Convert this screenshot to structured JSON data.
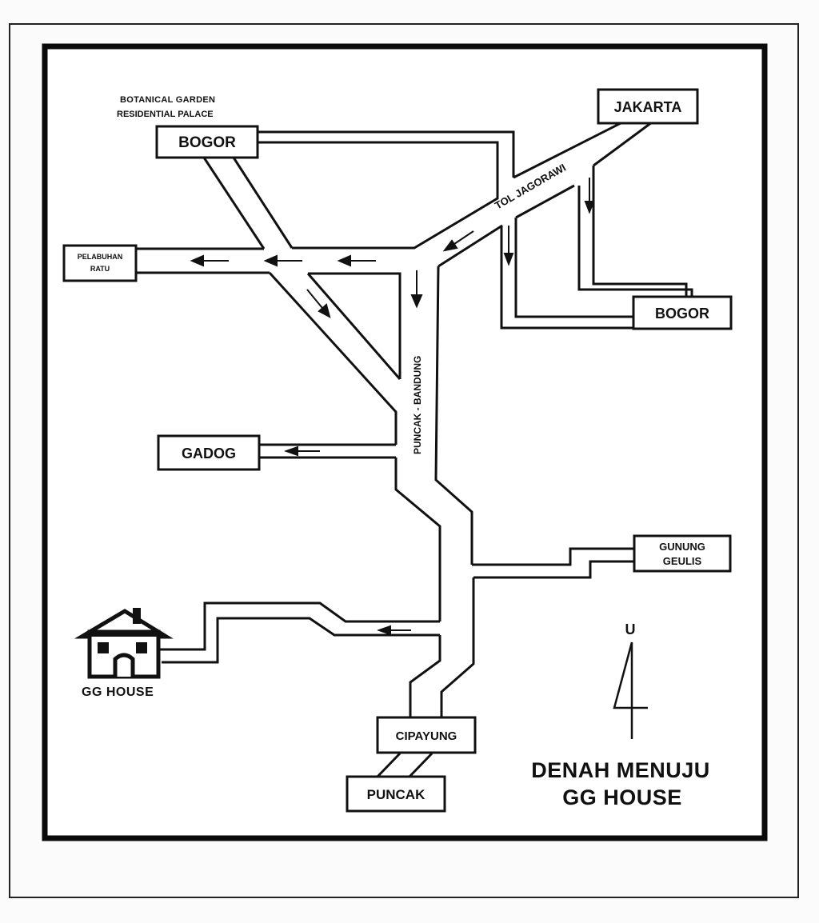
{
  "map": {
    "title_line1": "DENAH MENUJU",
    "title_line2": "GG HOUSE",
    "north_label": "U",
    "places": {
      "bogor_top": "BOGOR",
      "bogor_note_line1": "BOTANICAL GARDEN",
      "bogor_note_line2": "RESIDENTIAL PALACE",
      "jakarta": "JAKARTA",
      "pelabuhan_line1": "PELABUHAN",
      "pelabuhan_line2": "RATU",
      "bogor_right": "BOGOR",
      "gadog": "GADOG",
      "gunung_line1": "GUNUNG",
      "gunung_line2": "GEULIS",
      "gg_house": "GG HOUSE",
      "cipayung": "CIPAYUNG",
      "puncak": "PUNCAK"
    },
    "roads": {
      "tol_jagorawi": "TOL JAGORAWI",
      "puncak_bandung": "PUNCAK - BANDUNG"
    },
    "colors": {
      "ink": "#111111",
      "paper": "#fbfbfb"
    }
  }
}
